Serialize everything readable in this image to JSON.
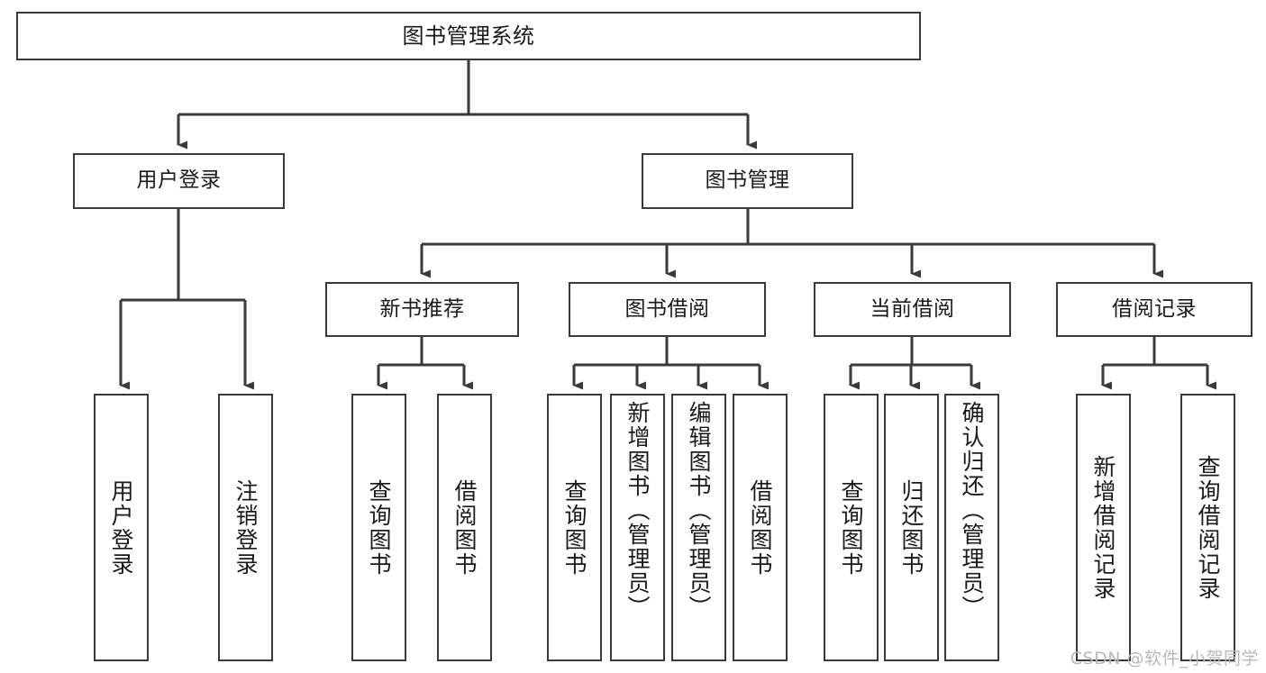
{
  "diagram": {
    "title": "图书管理系统",
    "type": "tree",
    "line_color": "#3a3a3a",
    "box_fill": "#ffffff",
    "text_color": "#1a1a1a",
    "root": {
      "label": "图书管理系统"
    },
    "level2": [
      {
        "label": "用户登录"
      },
      {
        "label": "图书管理"
      }
    ],
    "level3": [
      {
        "label": "新书推荐"
      },
      {
        "label": "图书借阅"
      },
      {
        "label": "当前借阅"
      },
      {
        "label": "借阅记录"
      }
    ],
    "leaves": {
      "user_login": [
        {
          "label": "用户登录"
        },
        {
          "label": "注销登录"
        }
      ],
      "new_book_recommend": [
        {
          "label": "查询图书"
        },
        {
          "label": "借阅图书"
        }
      ],
      "book_borrow": [
        {
          "label": "查询图书"
        },
        {
          "label": "新增图书（管理员）"
        },
        {
          "label": "编辑图书（管理员）"
        },
        {
          "label": "借阅图书"
        }
      ],
      "current_borrow": [
        {
          "label": "查询图书"
        },
        {
          "label": "归还图书"
        },
        {
          "label": "确认归还（管理员）"
        }
      ],
      "borrow_record": [
        {
          "label": "新增借阅记录"
        },
        {
          "label": "查询借阅记录"
        }
      ]
    }
  },
  "watermark": {
    "text": "CSDN @软件_小贺同学"
  }
}
